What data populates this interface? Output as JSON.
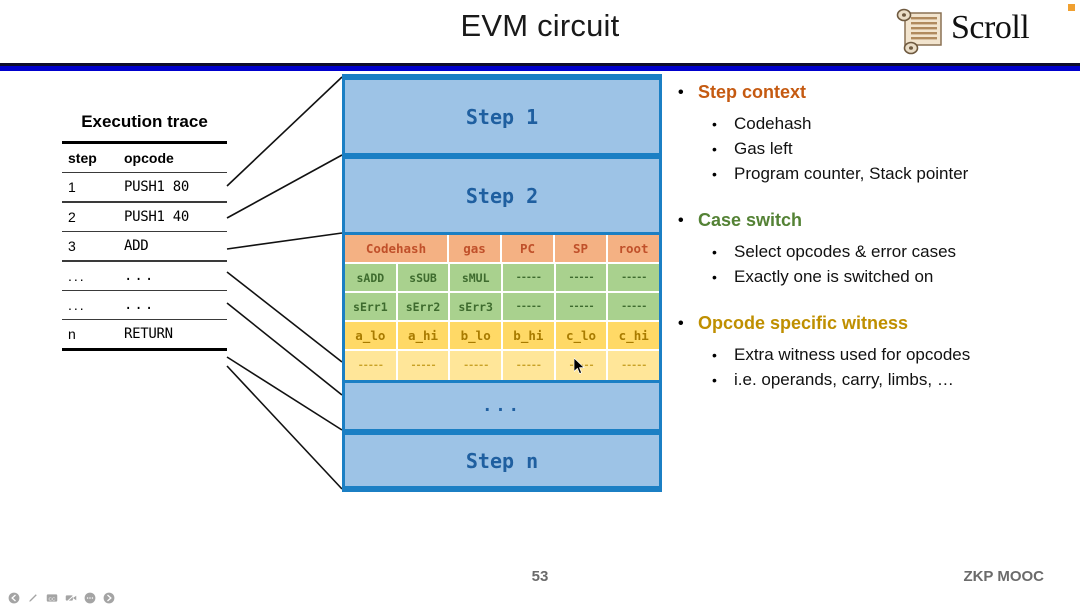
{
  "slide": {
    "title": "EVM circuit",
    "number": "53",
    "footer_right": "ZKP MOOC",
    "accent_rule_color": "#0000cd"
  },
  "logo": {
    "name": "Scroll",
    "icon": "scroll-parchment-icon"
  },
  "trace": {
    "title": "Execution trace",
    "columns": [
      "step",
      "opcode"
    ],
    "rows": [
      {
        "step": "1",
        "opcode": "PUSH1 80"
      },
      {
        "step": "2",
        "opcode": "PUSH1 40"
      },
      {
        "step": "3",
        "opcode": "ADD"
      },
      {
        "step": "...",
        "opcode": "..."
      },
      {
        "step": "...",
        "opcode": "..."
      },
      {
        "step": "n",
        "opcode": "RETURN"
      }
    ]
  },
  "steps": {
    "step1": "Step 1",
    "step2": "Step 2",
    "ellipsis": "...",
    "stepn": "Step n",
    "border_color": "#1b7fc4",
    "fill_color": "#9DC3E6",
    "text_color": "#1F5FA0"
  },
  "grid": {
    "header": [
      "Codehash",
      "gas",
      "PC",
      "SP",
      "root"
    ],
    "rows": [
      {
        "style": "green",
        "cells": [
          "sADD",
          "sSUB",
          "sMUL",
          "-----",
          "-----",
          "-----"
        ]
      },
      {
        "style": "green",
        "cells": [
          "sErr1",
          "sErr2",
          "sErr3",
          "-----",
          "-----",
          "-----"
        ]
      },
      {
        "style": "yellow1",
        "cells": [
          "a_lo",
          "a_hi",
          "b_lo",
          "b_hi",
          "c_lo",
          "c_hi"
        ]
      },
      {
        "style": "yellow2",
        "cells": [
          "-----",
          "-----",
          "-----",
          "-----",
          "-----",
          "-----"
        ]
      }
    ],
    "colors": {
      "header_fill": "#F4B183",
      "header_text": "#C0502A",
      "green_fill": "#A9D18E",
      "green_text": "#3E6B2E",
      "yellow1_fill": "#FFD966",
      "yellow1_text": "#A87B00",
      "yellow2_fill": "#FFE699",
      "yellow2_text": "#C9A227"
    }
  },
  "bullets": [
    {
      "heading": "Step context",
      "color": "#C55A11",
      "items": [
        "Codehash",
        "Gas left",
        "Program counter, Stack pointer"
      ]
    },
    {
      "heading": "Case switch",
      "color": "#548235",
      "items": [
        "Select opcodes & error cases",
        "Exactly one is switched on"
      ]
    },
    {
      "heading": "Opcode specific witness",
      "color": "#BF8F00",
      "items": [
        "Extra witness used for opcodes",
        "i.e. operands, carry, limbs, …"
      ]
    }
  ],
  "controls": [
    {
      "name": "back-arrow-icon"
    },
    {
      "name": "pen-icon"
    },
    {
      "name": "closed-caption-icon"
    },
    {
      "name": "camera-off-icon"
    },
    {
      "name": "more-options-icon"
    },
    {
      "name": "forward-arrow-icon"
    }
  ],
  "bullet_glyph": "•"
}
